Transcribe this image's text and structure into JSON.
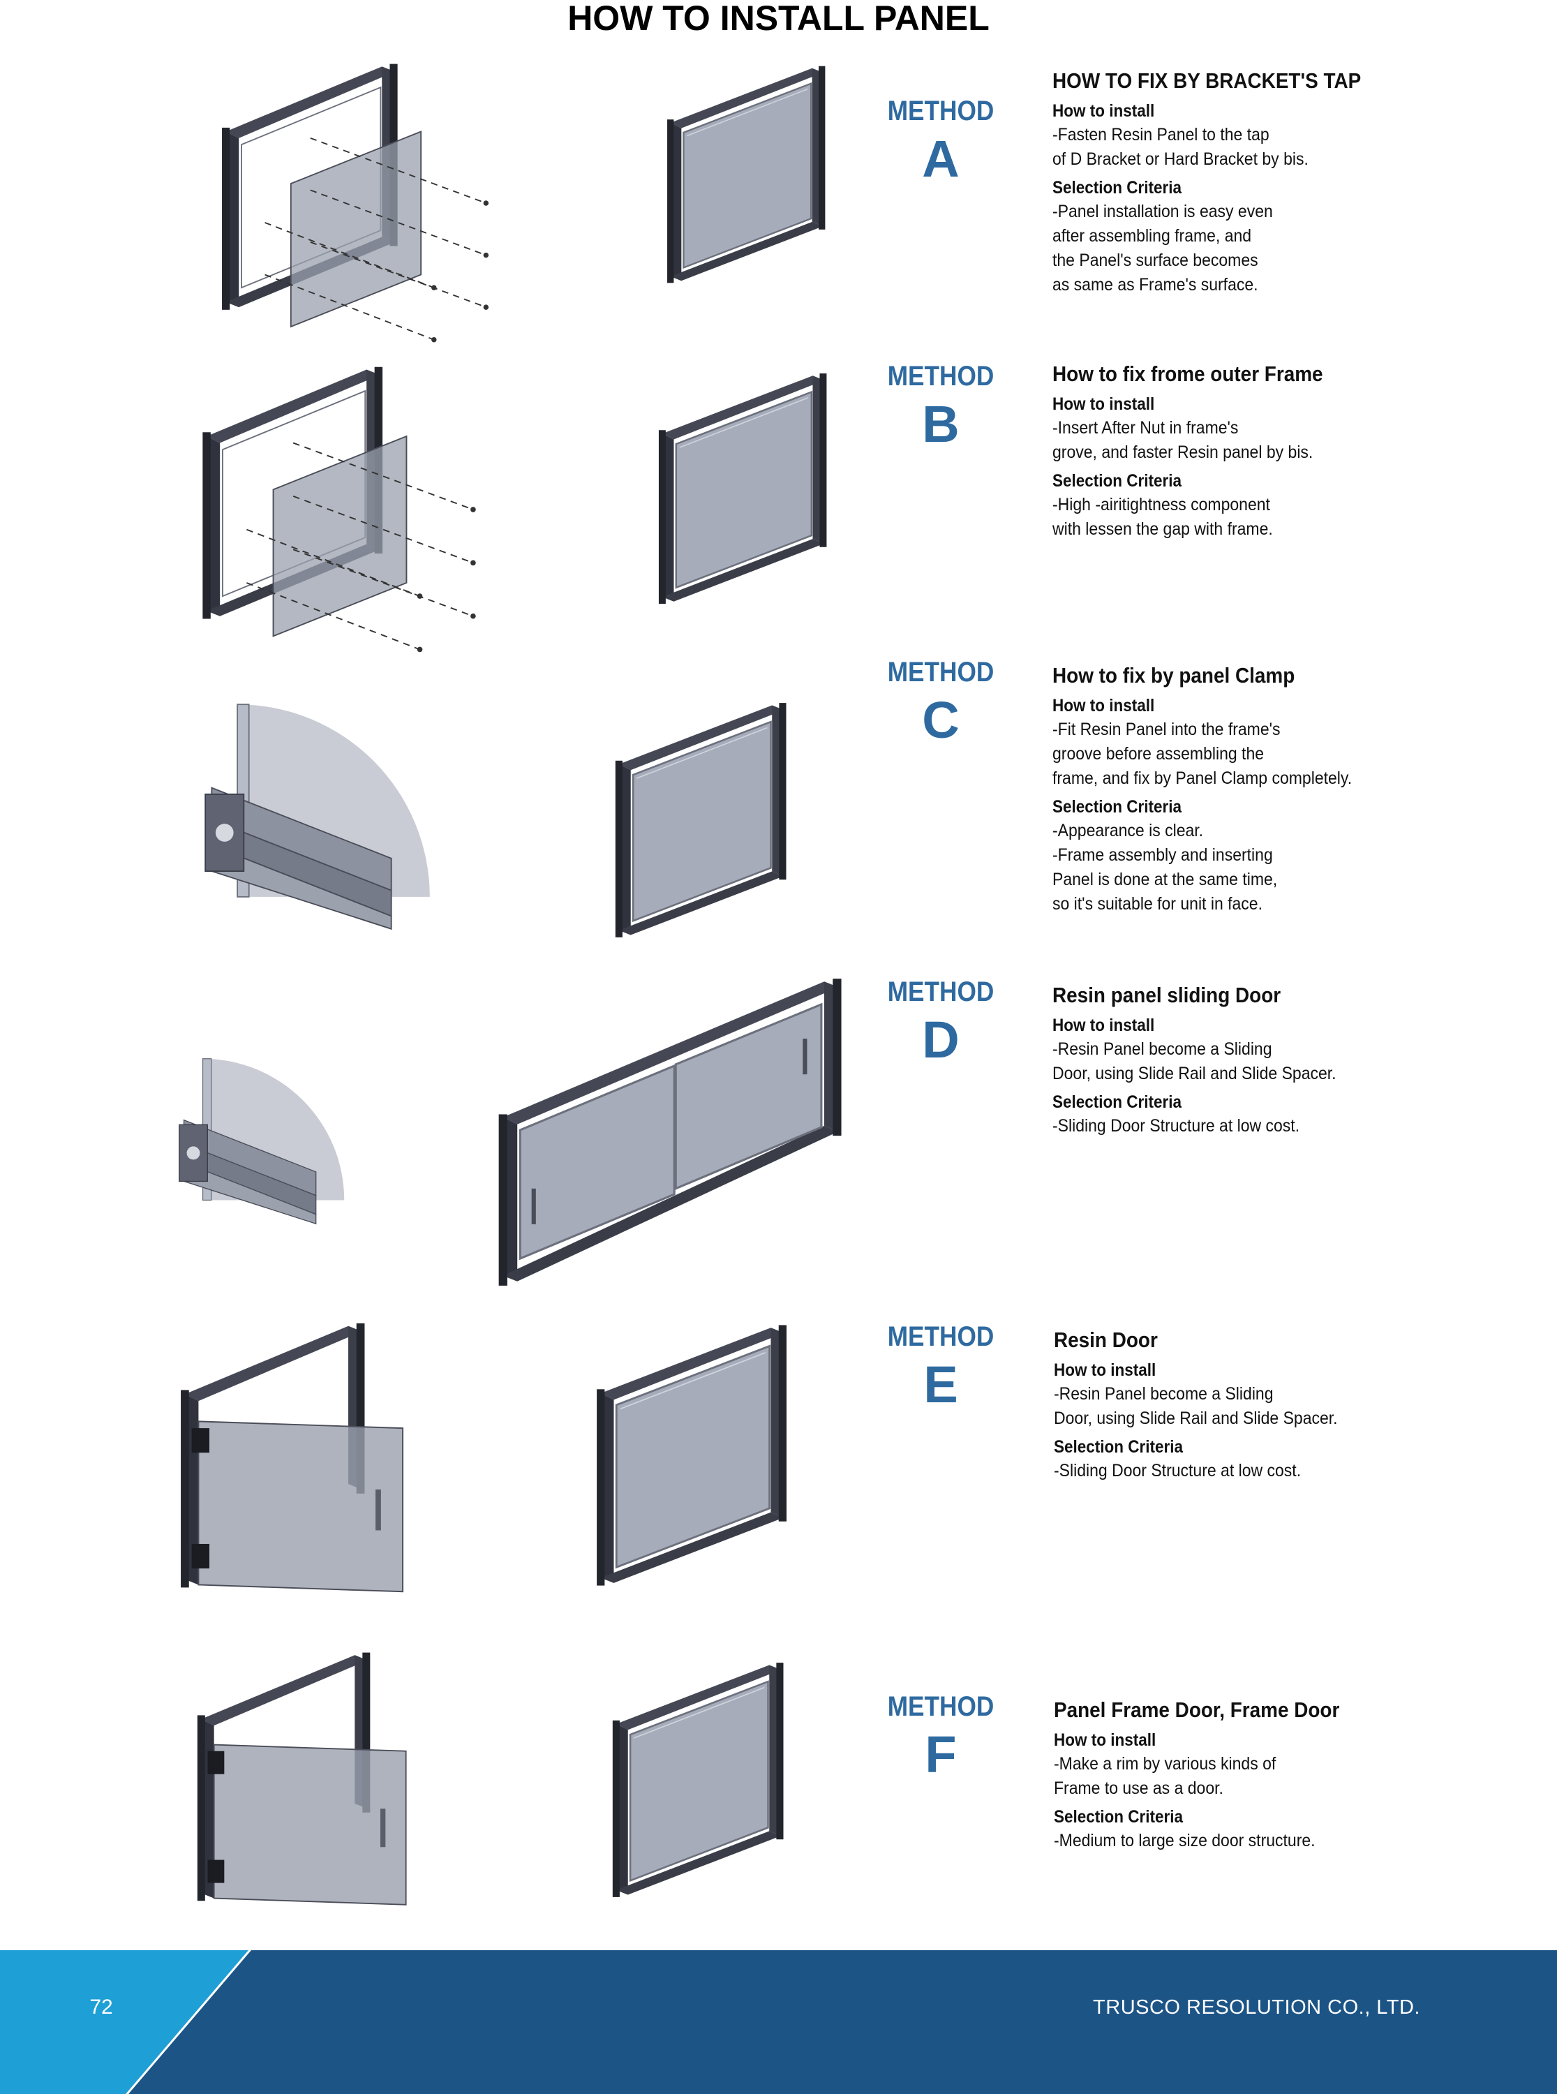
{
  "page_title": "HOW TO INSTALL PANEL",
  "methods": [
    {
      "label": "METHOD",
      "letter": "A",
      "title": "HOW TO FIX BY BRACKET'S TAP",
      "install_head": "How to install",
      "install_lines": [
        "-Fasten Resin Panel to the tap",
        "of D Bracket or Hard Bracket by bis."
      ],
      "criteria_head": "Selection Criteria",
      "criteria_lines": [
        "-Panel installation is easy even",
        "after assembling frame, and",
        "the Panel's surface becomes",
        "as same as Frame's surface."
      ]
    },
    {
      "label": "METHOD",
      "letter": "B",
      "title": "How to fix frome outer Frame",
      "install_head": "How to install",
      "install_lines": [
        "-Insert After Nut in frame's",
        "grove, and faster Resin panel by bis."
      ],
      "criteria_head": "Selection Criteria",
      "criteria_lines": [
        "-High -airitightness component",
        "with lessen the gap with frame."
      ]
    },
    {
      "label": "METHOD",
      "letter": "C",
      "title": "How to fix by panel Clamp",
      "install_head": "How to install",
      "install_lines": [
        "-Fit Resin Panel into the frame's",
        "groove before assembling the",
        "frame, and fix by Panel Clamp completely."
      ],
      "criteria_head": "Selection Criteria",
      "criteria_lines": [
        "-Appearance is clear.",
        "-Frame assembly and inserting",
        "Panel is done at the same time,",
        "so it's suitable for unit in face."
      ]
    },
    {
      "label": "METHOD",
      "letter": "D",
      "title": "Resin panel sliding Door",
      "install_head": "How to install",
      "install_lines": [
        "-Resin Panel become a Sliding",
        "Door, using Slide Rail and Slide Spacer."
      ],
      "criteria_head": "Selection Criteria",
      "criteria_lines": [
        "-Sliding Door Structure at low cost."
      ]
    },
    {
      "label": "METHOD",
      "letter": "E",
      "title": "Resin Door",
      "install_head": "How to install",
      "install_lines": [
        "-Resin Panel become a Sliding",
        "Door, using Slide Rail and Slide Spacer."
      ],
      "criteria_head": "Selection Criteria",
      "criteria_lines": [
        "-Sliding Door Structure at low cost."
      ]
    },
    {
      "label": "METHOD",
      "letter": "F",
      "title": "Panel Frame Door, Frame Door",
      "install_head": "How to install",
      "install_lines": [
        "-Make a rim by various kinds of",
        "Frame to use as a door."
      ],
      "criteria_head": "Selection Criteria",
      "criteria_lines": [
        "-Medium to large size door structure."
      ]
    }
  ],
  "footer": {
    "page_number": "72",
    "company": "TRUSCO RESOLUTION CO., LTD."
  },
  "colors": {
    "method_blue": "#2e6aa0",
    "footer_dark": "#1c5486",
    "footer_light": "#1e9fd6",
    "frame": "#3a3d48",
    "panel": "#a7adbb"
  }
}
